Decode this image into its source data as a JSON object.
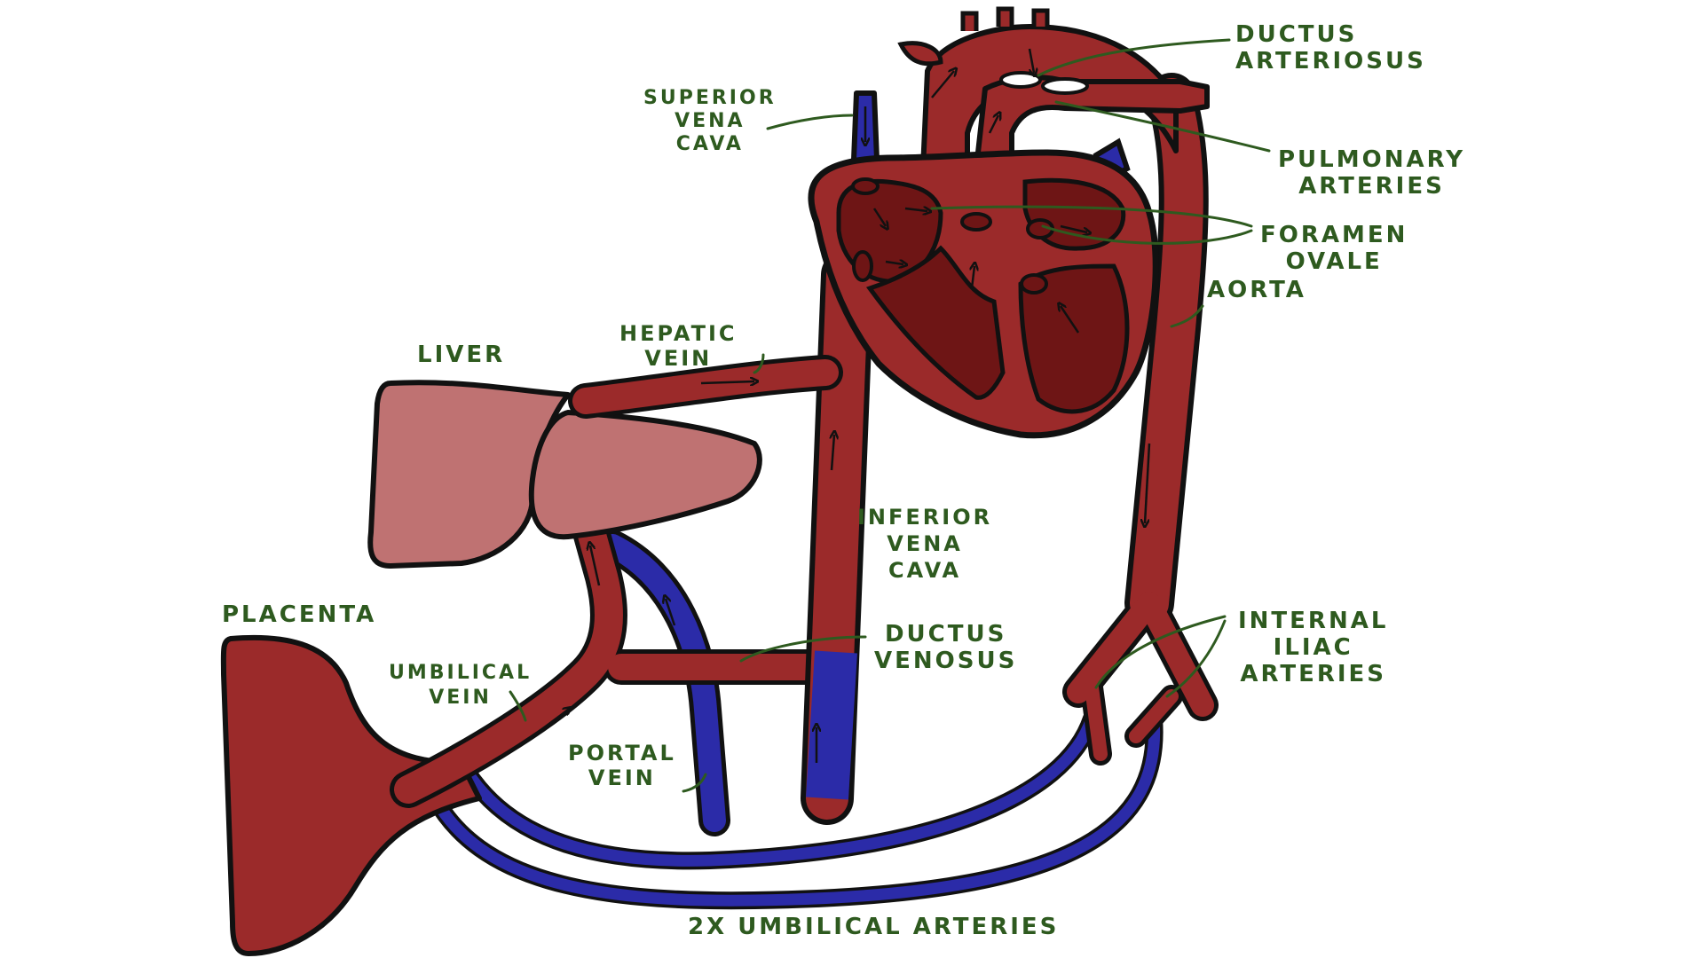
{
  "colors": {
    "artery": "#9b2a2a",
    "artery_dark": "#6e1515",
    "vein": "#2b2ba8",
    "liver": "#bf7272",
    "outline": "#111111",
    "label": "#2e5a1f"
  },
  "labels": {
    "ductus_arteriosus": [
      "Ductus",
      "Arteriosus"
    ],
    "superior_vena_cava": [
      "Superior",
      "Vena",
      "Cava"
    ],
    "pulmonary_arteries": [
      "Pulmonary",
      "Arteries"
    ],
    "foramen_ovale": [
      "Foramen",
      "Ovale"
    ],
    "aorta": "Aorta",
    "liver": "Liver",
    "hepatic_vein": [
      "Hepatic",
      "Vein"
    ],
    "inferior_vena_cava": [
      "Inferior",
      "Vena",
      "Cava"
    ],
    "placenta": "Placenta",
    "internal_iliac_arteries": [
      "Internal",
      "Iliac",
      "Arteries"
    ],
    "ductus_venosus": [
      "Ductus",
      "Venosus"
    ],
    "umbilical_vein": [
      "Umbilical",
      "Vein"
    ],
    "portal_vein": [
      "Portal",
      "Vein"
    ],
    "umbilical_arteries": "2x Umbilical Arteries"
  }
}
